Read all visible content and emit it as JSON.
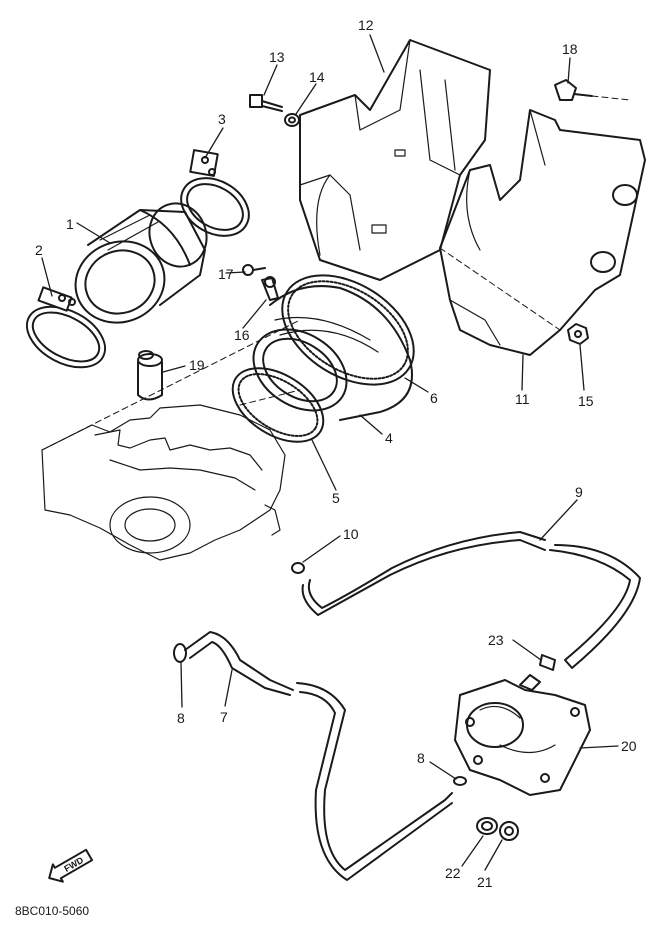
{
  "part_callouts": [
    {
      "id": "c1",
      "label": "1"
    },
    {
      "id": "c2",
      "label": "2"
    },
    {
      "id": "c3",
      "label": "3"
    },
    {
      "id": "c4",
      "label": "4"
    },
    {
      "id": "c5",
      "label": "5"
    },
    {
      "id": "c6",
      "label": "6"
    },
    {
      "id": "c7",
      "label": "7"
    },
    {
      "id": "c8a",
      "label": "8"
    },
    {
      "id": "c8b",
      "label": "8"
    },
    {
      "id": "c9",
      "label": "9"
    },
    {
      "id": "c10",
      "label": "10"
    },
    {
      "id": "c11",
      "label": "11"
    },
    {
      "id": "c12",
      "label": "12"
    },
    {
      "id": "c13",
      "label": "13"
    },
    {
      "id": "c14",
      "label": "14"
    },
    {
      "id": "c15",
      "label": "15"
    },
    {
      "id": "c16",
      "label": "16"
    },
    {
      "id": "c17",
      "label": "17"
    },
    {
      "id": "c18",
      "label": "18"
    },
    {
      "id": "c19",
      "label": "19"
    },
    {
      "id": "c20",
      "label": "20"
    },
    {
      "id": "c21",
      "label": "21"
    },
    {
      "id": "c22",
      "label": "22"
    },
    {
      "id": "c23",
      "label": "23"
    }
  ],
  "fwd_marker": "FWD",
  "diagram_code": "8BC010-5060"
}
